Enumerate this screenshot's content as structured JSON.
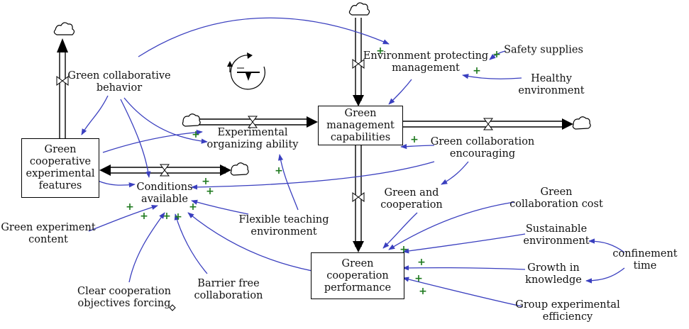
{
  "stocks": {
    "green_cooperative_experimental_features": "Green\ncooperative\nexperimental\nfeatures",
    "green_management_capabilities": "Green\nmanagement\ncapabilities",
    "green_cooperation_performance": "Green\ncooperation\nperformance"
  },
  "flows": {
    "green_collaborative_behavior": "Green collaborative\nbehavior",
    "environment_protecting_management": "Environment protecting\nmanagement",
    "experimental_organizing_ability": "Experimental\norganizing ability",
    "green_collaboration_encouraging": "Green collaboration\nencouraging",
    "conditions_available": "Conditions\navailable",
    "green_and_cooperation": "Green and\ncooperation"
  },
  "variables": {
    "safety_supplies": "Safety supplies",
    "healthy_environment": "Healthy\nenvironment",
    "green_collaboration_cost": "Green\ncollaboration cost",
    "sustainable_environment": "Sustainable\nenvironment",
    "confinement_time": "confinement time",
    "growth_in_knowledge": "Growth in\nknowledge",
    "group_experimental_efficiency": "Group experimental\nefficiency",
    "flexible_teaching_environment": "Flexible teaching\nenvironment",
    "barrier_free_collaboration": "Barrier free\ncollaboration",
    "clear_cooperation_objectives_forcing": "Clear cooperation\nobjectives forcing",
    "green_experiment_content": "Green experiment\ncontent"
  },
  "polarity_symbol": "+",
  "colors": {
    "causal_link": "#3a3fbf",
    "polarity": "#1f7a1f",
    "stock_flow": "#000000"
  }
}
